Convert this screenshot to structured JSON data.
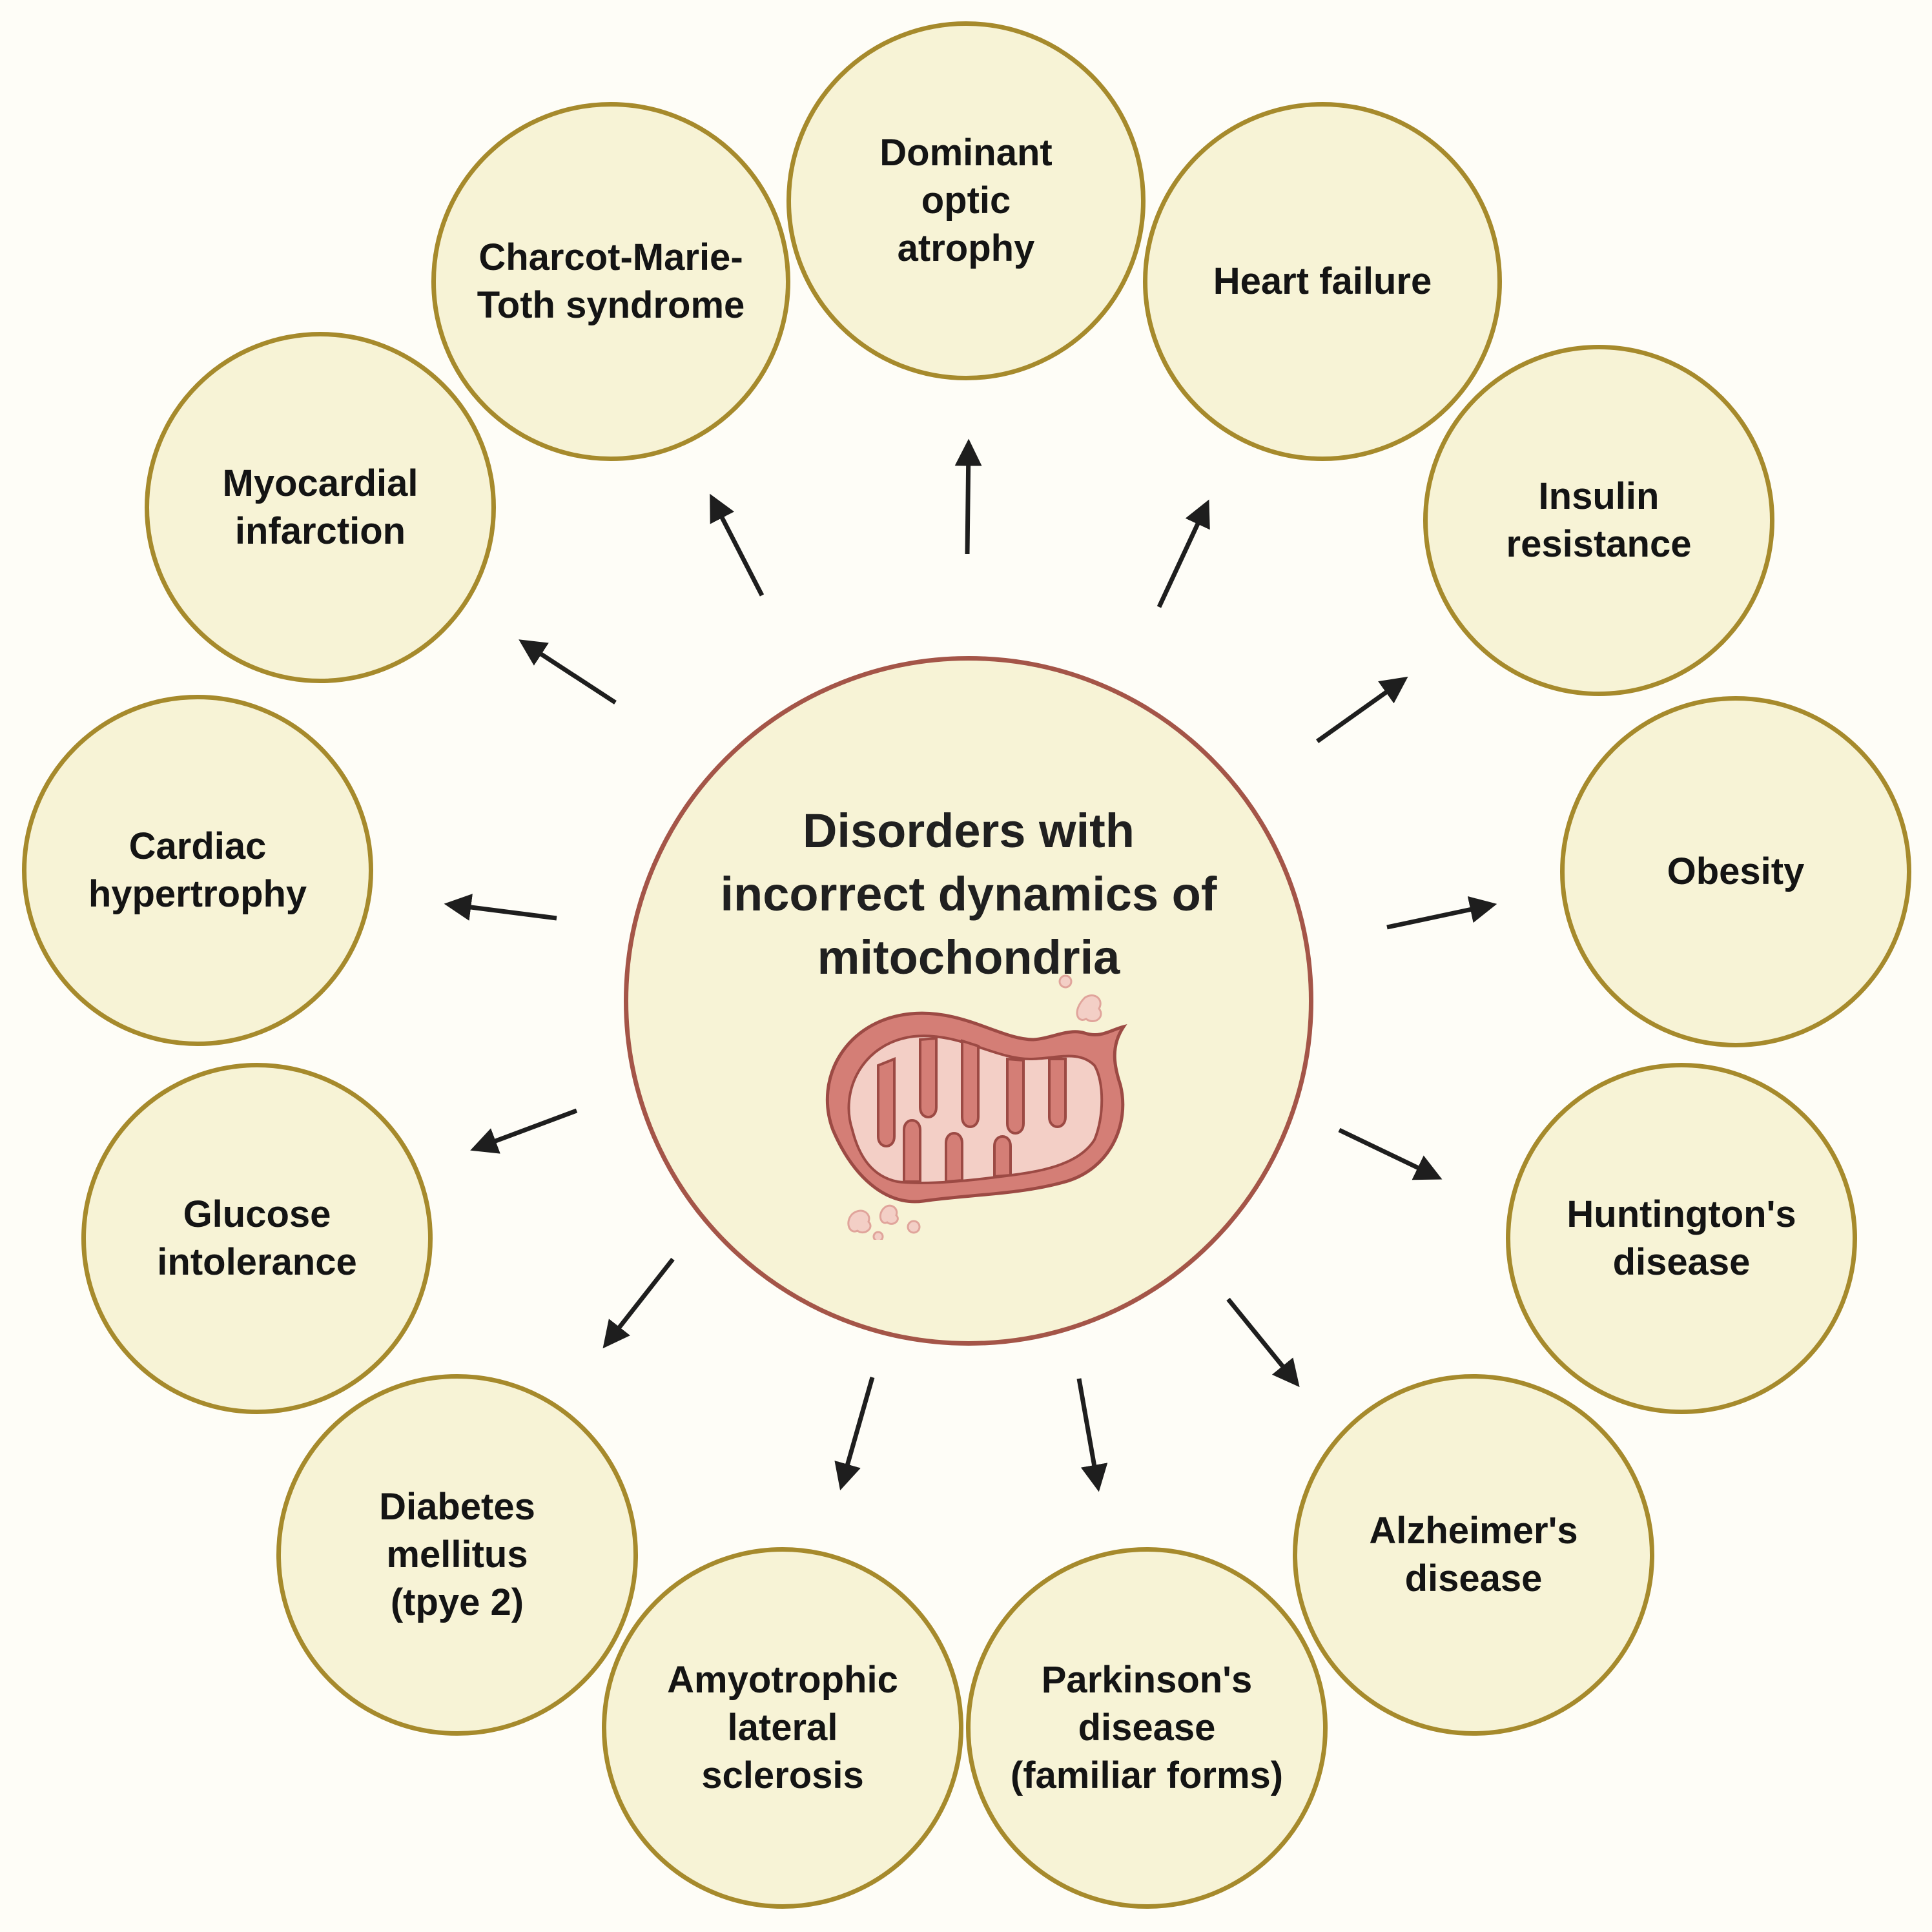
{
  "center": {
    "title": "Disorders with\nincorrect dynamics of\nmitochondria",
    "icon": "mitochondrion-icon"
  },
  "disorders": [
    "Dominant\noptic\natrophy",
    "Heart failure",
    "Insulin\nresistance",
    "Obesity",
    "Huntington's\ndisease",
    "Alzheimer's\ndisease",
    "Parkinson's\ndisease\n(familiar forms)",
    "Amyotrophic\nlateral\nsclerosis",
    "Diabetes\nmellitus\n(tpye 2)",
    "Glucose\nintolerance",
    "Cardiac\nhypertrophy",
    "Myocardial\ninfarction",
    "Charcot-Marie-\nToth syndrome"
  ],
  "colors": {
    "circle_fill": "#f7f3d6",
    "circle_border": "#a68a2c",
    "center_border": "#a45548",
    "arrow": "#1e1e1e",
    "mito_outer": "#d47e76",
    "mito_inner": "#f3cfc6",
    "mito_stroke": "#9c4a44"
  }
}
